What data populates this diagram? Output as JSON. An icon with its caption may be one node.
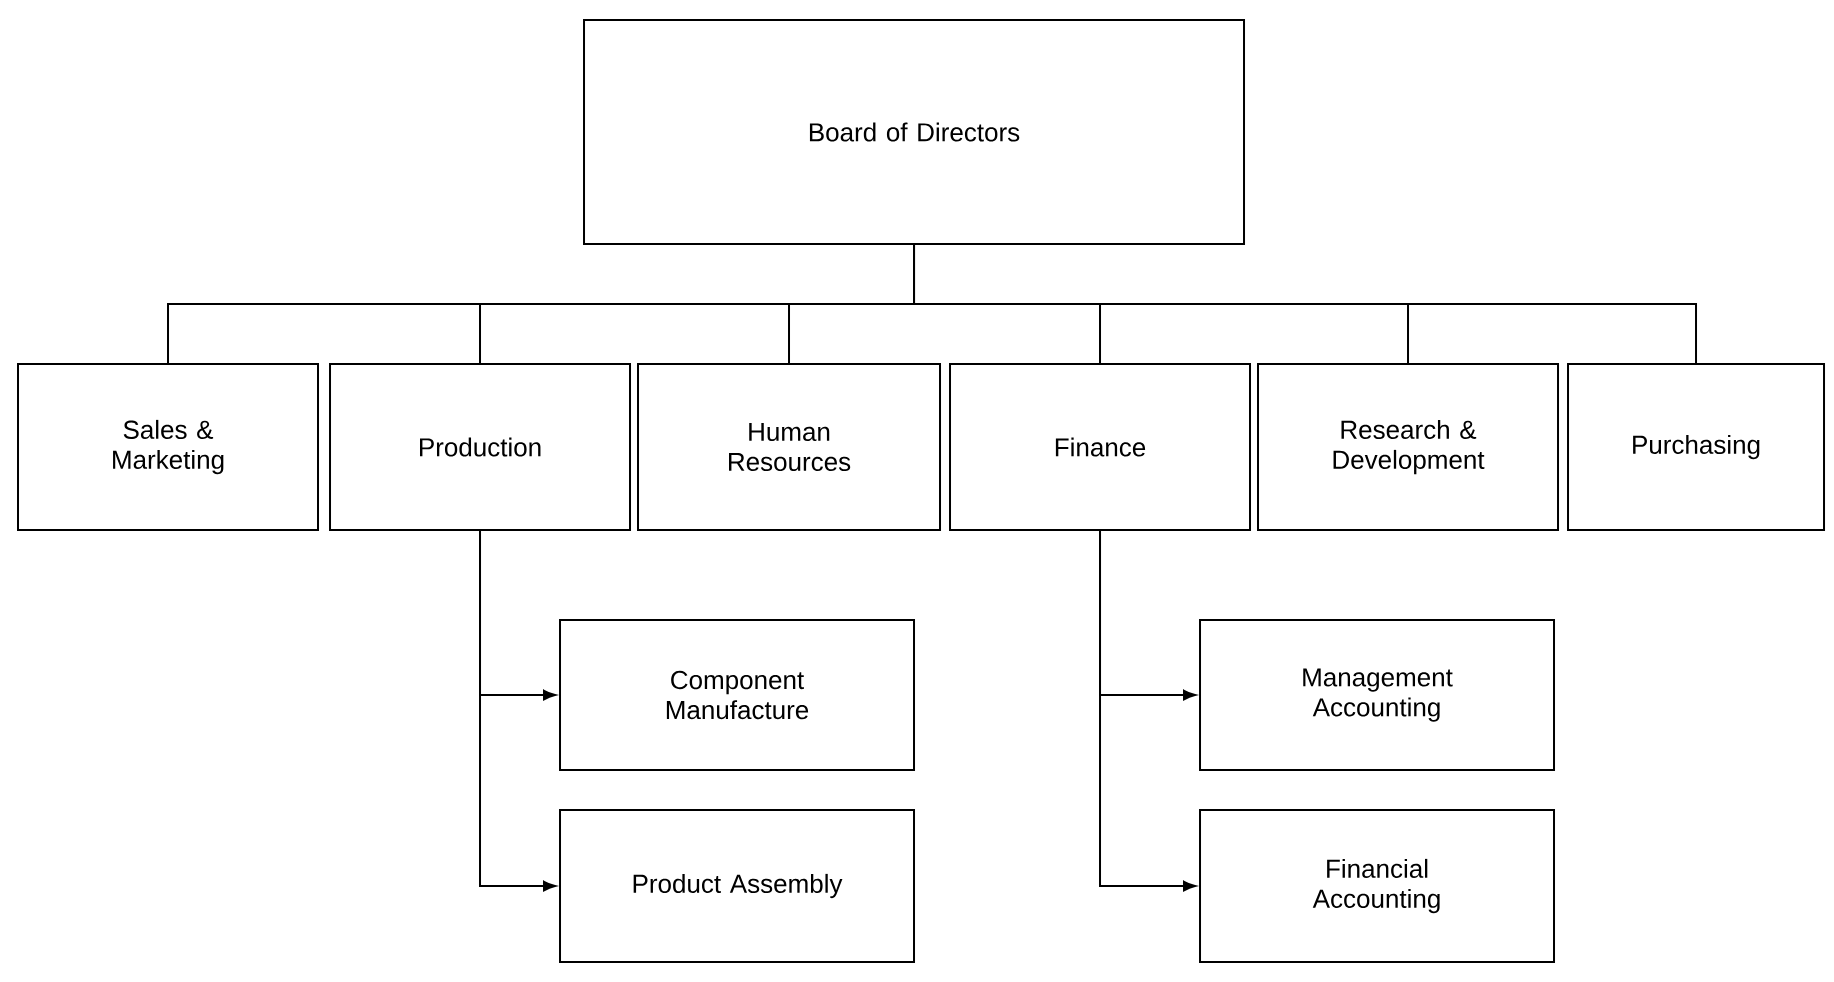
{
  "diagram": {
    "nodes": [
      {
        "text": [
          "Board of Directors"
        ]
      },
      {
        "text": [
          "Sales & Marketing"
        ]
      },
      {
        "text": [
          "Production"
        ]
      },
      {
        "text": [
          "Human Resources"
        ]
      },
      {
        "text": [
          "Finance"
        ]
      },
      {
        "text": [
          "Research & Development"
        ]
      },
      {
        "text": [
          "Purchasing"
        ]
      },
      {
        "text": [
          "Component Manufacture"
        ]
      },
      {
        "text": [
          "Product Assembly"
        ]
      },
      {
        "text": [
          "Management Accounting"
        ]
      },
      {
        "text": [
          "Financial Accounting"
        ]
      }
    ],
    "edges": [
      {
        "from": 0,
        "to": 1,
        "arrow": "none"
      },
      {
        "from": 0,
        "to": 2,
        "arrow": "none"
      },
      {
        "from": 0,
        "to": 3,
        "arrow": "none"
      },
      {
        "from": 0,
        "to": 4,
        "arrow": "none"
      },
      {
        "from": 0,
        "to": 5,
        "arrow": "none"
      },
      {
        "from": 0,
        "to": 6,
        "arrow": "none"
      },
      {
        "from": 2,
        "to": 7,
        "arrow": "to"
      },
      {
        "from": 2,
        "to": 8,
        "arrow": "to"
      },
      {
        "from": 4,
        "to": 9,
        "arrow": "to"
      },
      {
        "from": 4,
        "to": 10,
        "arrow": "to"
      }
    ]
  }
}
